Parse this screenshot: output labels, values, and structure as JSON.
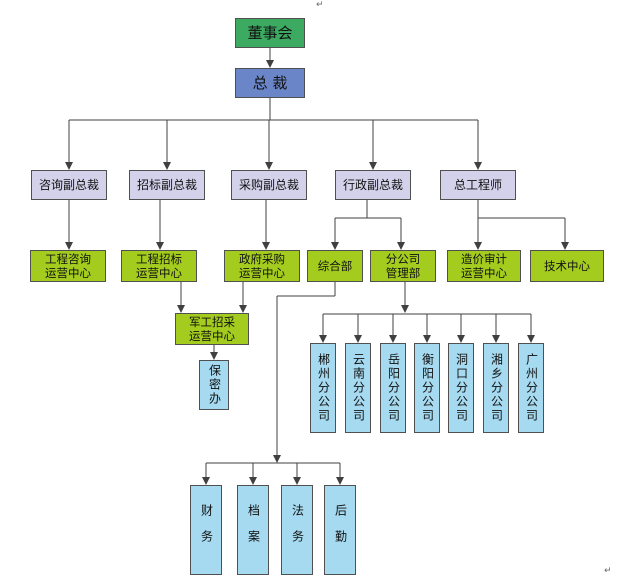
{
  "board": "董事会",
  "ceo": "总 裁",
  "vps": {
    "consult": "咨询副总裁",
    "bidding": "招标副总裁",
    "purchase": "采购副总裁",
    "admin": "行政副总裁",
    "chief_engineer": "总工程师"
  },
  "centers": {
    "consult": "工程咨询\n运营中心",
    "bidding": "工程招标\n运营中心",
    "gov_purchase": "政府采购\n运营中心",
    "general_dept": "综合部",
    "branch_mgmt": "分公司\n管理部",
    "cost_audit": "造价审计\n运营中心",
    "tech": "技术中心"
  },
  "military": "军工招采\n运营中心",
  "secrecy": "保密办",
  "branches": [
    "郴州分公司",
    "云南分公司",
    "岳阳分公司",
    "衡阳分公司",
    "洞口分公司",
    "湘乡分公司",
    "广州分公司"
  ],
  "departments": [
    "财务",
    "档案",
    "法务",
    "后勤"
  ],
  "marks": {
    "paragraph": "↵"
  },
  "colors": {
    "board": "#3daa62",
    "ceo": "#6b86c8",
    "vp": "#d4d1ea",
    "center": "#a4cc1e",
    "branch": "#a6daf0",
    "line": "#404040"
  }
}
